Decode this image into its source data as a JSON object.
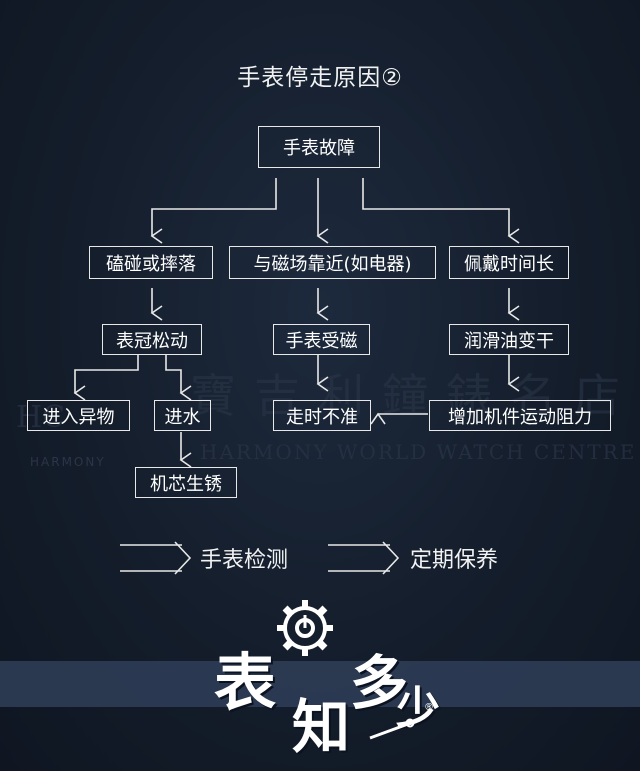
{
  "title": "手表停走原因②",
  "root": "手表故障",
  "level1": [
    "磕碰或摔落",
    "与磁场靠近(如电器)",
    "佩戴时间长"
  ],
  "level2": [
    "表冠松动",
    "手表受磁",
    "润滑油变干"
  ],
  "level3_left": [
    "进入异物",
    "进水"
  ],
  "level3_mid": "走时不准",
  "level3_right": "增加机件运动阻力",
  "level4": "机芯生锈",
  "steps": [
    "手表检测",
    "定期保养"
  ],
  "watermark": {
    "chinese": "寶吉利鐘錶名店",
    "english": "HARMONY WORLD WATCH CENTRE",
    "logo_letters": "HC",
    "logo_en": "HARMONY"
  },
  "logo": {
    "chars": [
      "表",
      "知",
      "多",
      "少"
    ],
    "mark": "®"
  }
}
